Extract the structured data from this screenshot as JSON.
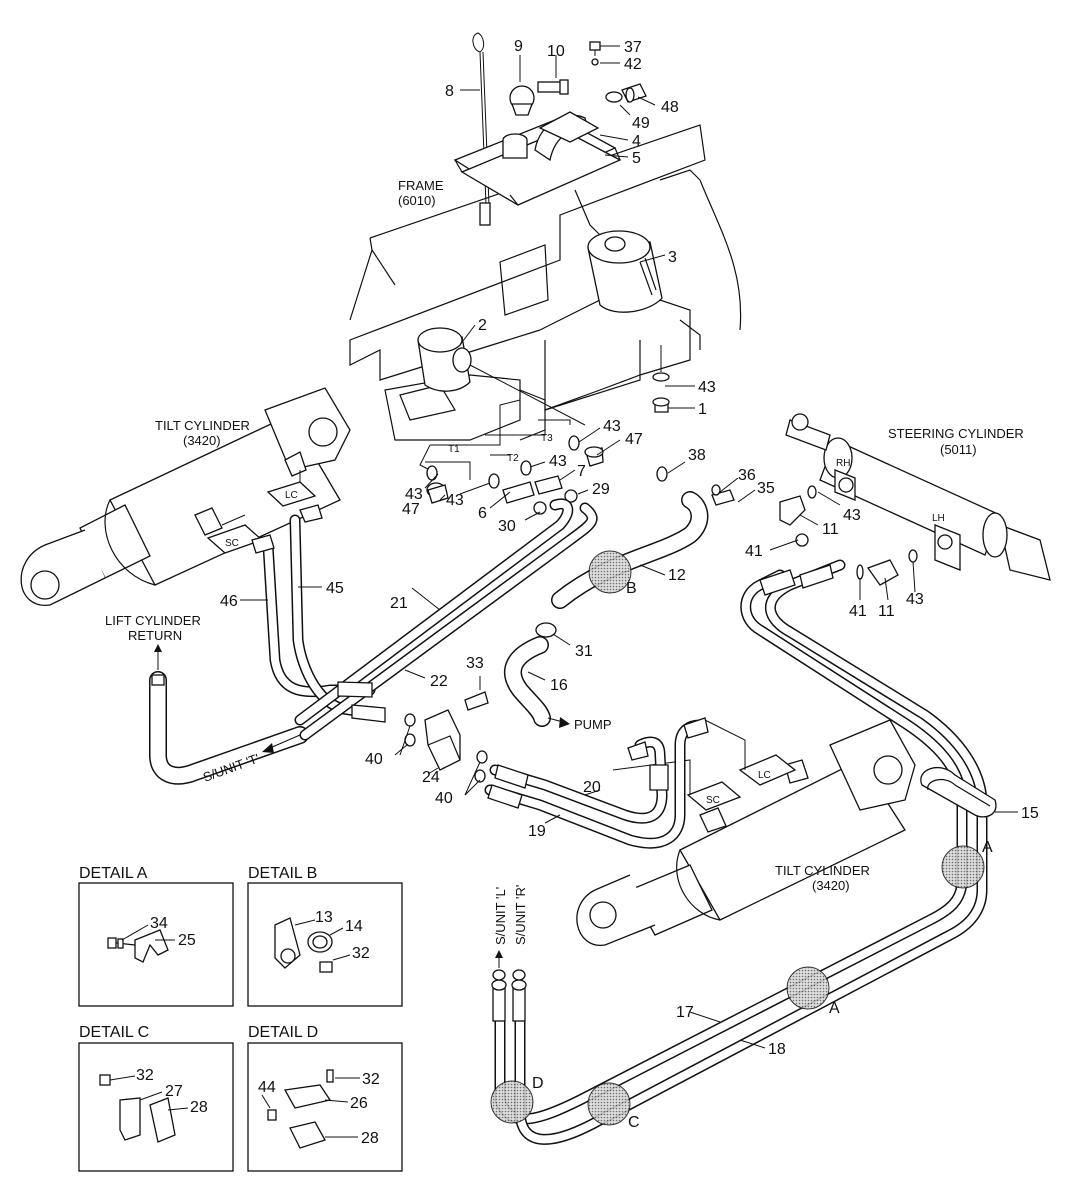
{
  "labels": {
    "frame": "FRAME",
    "frame_code": "(6010)",
    "tilt_cyl_left": "TILT CYLINDER",
    "tilt_cyl_left_code": "(3420)",
    "tilt_cyl_right": "TILT CYLINDER",
    "tilt_cyl_right_code": "(3420)",
    "steering_cyl": "STEERING CYLINDER",
    "steering_cyl_code": "(5011)",
    "lift_return_1": "LIFT CYLINDER",
    "lift_return_2": "RETURN",
    "sunit_t": "S/UNIT 'T'",
    "sunit_l": "S/UNIT 'L'",
    "sunit_r": "S/UNIT 'R'",
    "pump": "PUMP",
    "t1": "T1",
    "t2": "T2",
    "t3": "T3",
    "sc1": "SC",
    "lc1": "LC",
    "sc2": "SC",
    "lc2": "LC",
    "rh": "RH",
    "lh": "LH"
  },
  "zones": {
    "a1": "A",
    "a2": "A",
    "b": "B",
    "c": "C",
    "d": "D"
  },
  "callouts": {
    "p1": "1",
    "p2": "2",
    "p3": "3",
    "p4": "4",
    "p5": "5",
    "p6": "6",
    "p7": "7",
    "p8": "8",
    "p9": "9",
    "p10": "10",
    "p11a": "11",
    "p11b": "11",
    "p12": "12",
    "p15": "15",
    "p16": "16",
    "p17": "17",
    "p18": "18",
    "p19": "19",
    "p20": "20",
    "p21": "21",
    "p22": "22",
    "p24": "24",
    "p29": "29",
    "p30": "30",
    "p31": "31",
    "p33": "33",
    "p35": "35",
    "p36": "36",
    "p37": "37",
    "p38": "38",
    "p40a": "40",
    "p40b": "40",
    "p41a": "41",
    "p41b": "41",
    "p42": "42",
    "p43a": "43",
    "p43b": "43",
    "p43c": "43",
    "p43d": "43",
    "p43e": "43",
    "p43f": "43",
    "p43g": "43",
    "p43h": "43",
    "p45": "45",
    "p46": "46",
    "p47a": "47",
    "p47b": "47",
    "p48": "48",
    "p49": "49"
  },
  "details": {
    "a": {
      "title": "DETAIL A",
      "parts": [
        "34",
        "25"
      ]
    },
    "b": {
      "title": "DETAIL B",
      "parts": [
        "13",
        "14",
        "32"
      ]
    },
    "c": {
      "title": "DETAIL C",
      "parts": [
        "32",
        "27",
        "28"
      ]
    },
    "d": {
      "title": "DETAIL D",
      "parts": [
        "32",
        "44",
        "26",
        "28"
      ]
    }
  }
}
